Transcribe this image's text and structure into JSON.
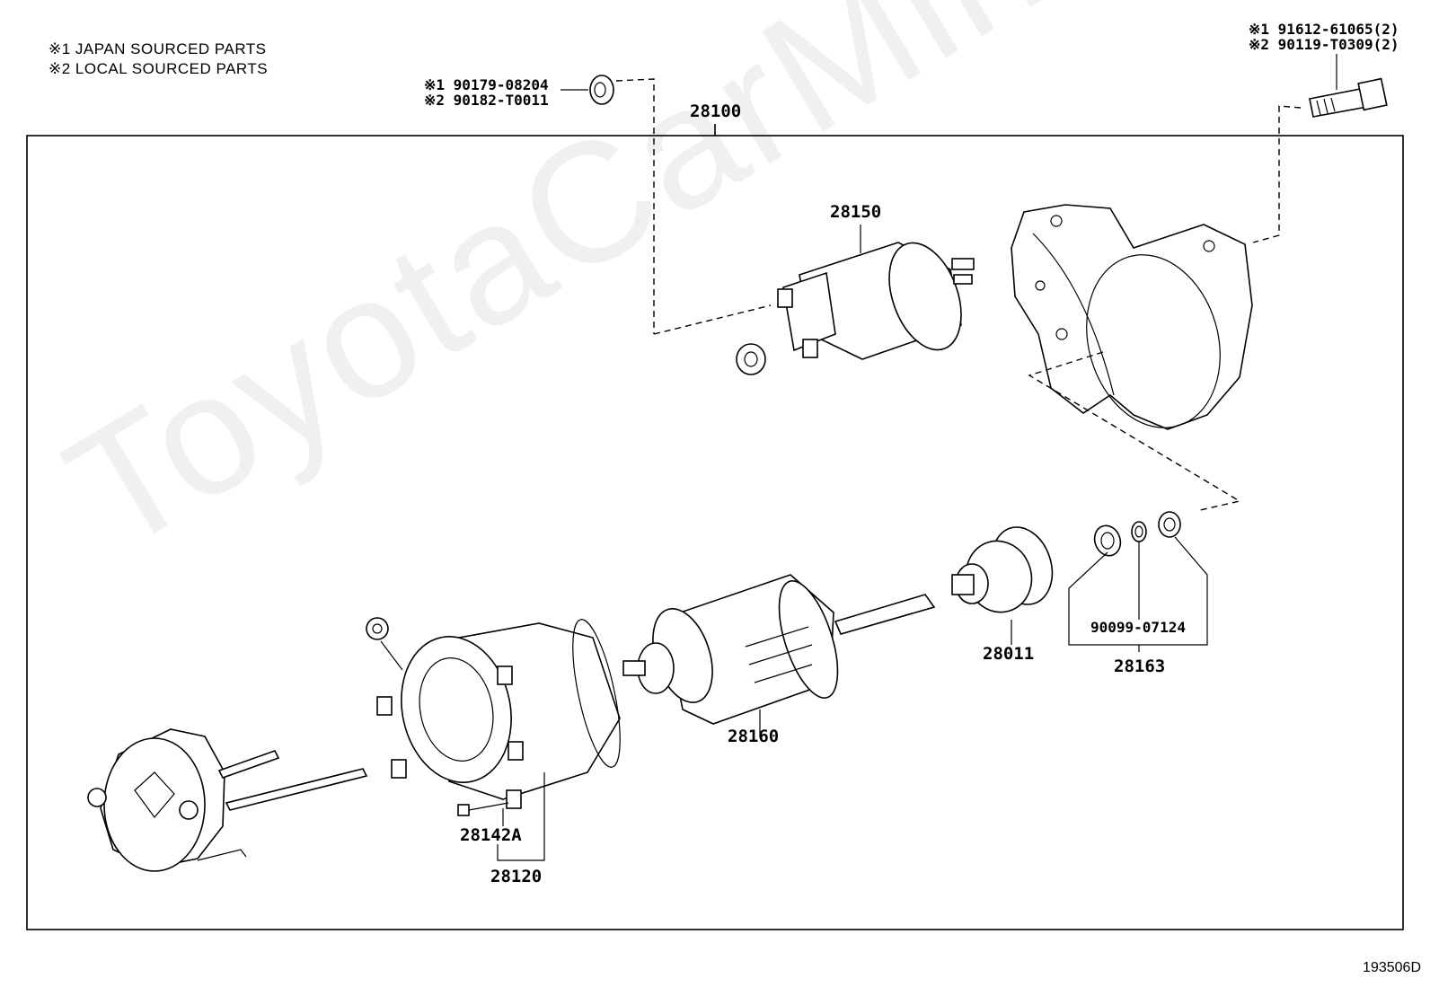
{
  "notes": {
    "line1": "※1 JAPAN SOURCED PARTS",
    "line2": "※2 LOCAL SOURCED PARTS"
  },
  "nut_callout": {
    "line1": "※1 90179-08204",
    "line2": "※2 90182-T0011"
  },
  "bolt_callout": {
    "line1": "※1 91612-61065(2)",
    "line2": "※2 90119-T0309(2)"
  },
  "labels": {
    "assembly": "28100",
    "solenoid": "28150",
    "clutch": "28011",
    "armature": "28160",
    "bearing": "90099-07124",
    "bearing_set": "28163",
    "brush": "28142A",
    "yoke": "28120"
  },
  "watermark": "ToyotaCarMine.ru",
  "diagram_code": "193506D"
}
